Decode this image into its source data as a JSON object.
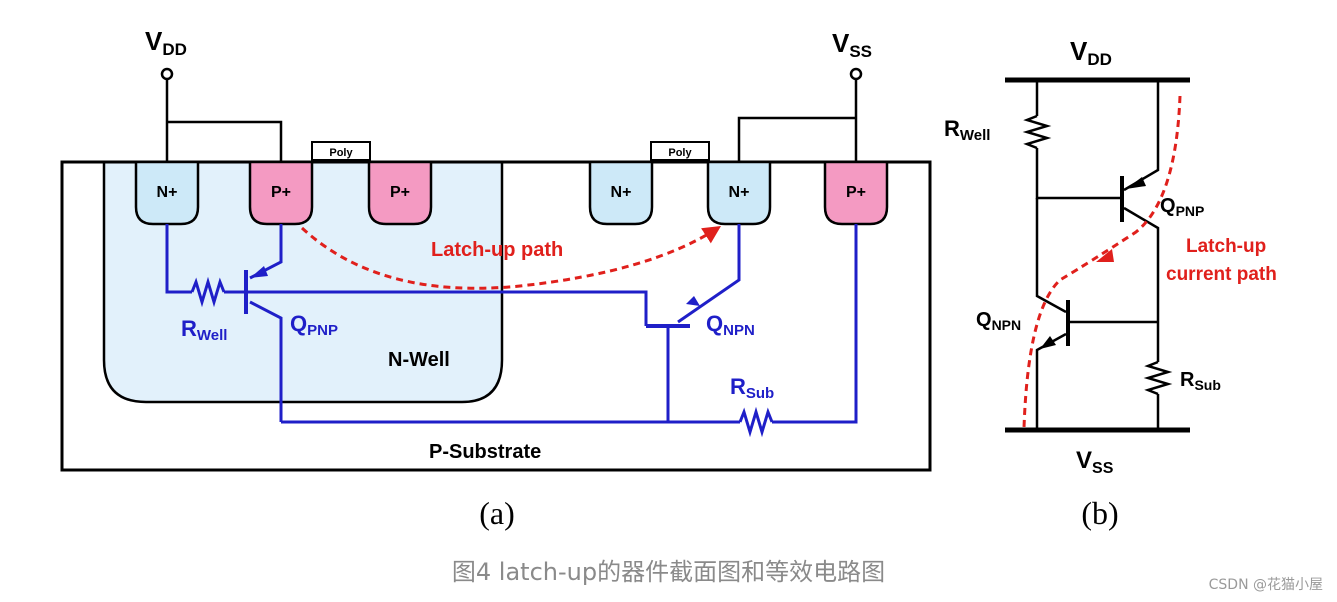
{
  "diagram_a": {
    "vdd": {
      "main": "V",
      "sub": "DD"
    },
    "vss": {
      "main": "V",
      "sub": "SS"
    },
    "poly_label": "Poly",
    "n_plus": "N+",
    "p_plus": "P+",
    "latch_up_path": "Latch-up path",
    "r_well": {
      "main": "R",
      "sub": "Well"
    },
    "q_pnp": {
      "main": "Q",
      "sub": "PNP"
    },
    "q_npn": {
      "main": "Q",
      "sub": "NPN"
    },
    "r_sub": {
      "main": "R",
      "sub": "Sub"
    },
    "n_well": "N-Well",
    "p_substrate": "P-Substrate",
    "figure_label": "(a)"
  },
  "diagram_b": {
    "vdd": {
      "main": "V",
      "sub": "DD"
    },
    "vss": {
      "main": "V",
      "sub": "SS"
    },
    "r_well": {
      "main": "R",
      "sub": "Well"
    },
    "q_pnp": {
      "main": "Q",
      "sub": "PNP"
    },
    "q_npn": {
      "main": "Q",
      "sub": "NPN"
    },
    "r_sub": {
      "main": "R",
      "sub": "Sub"
    },
    "path_line1": "Latch-up",
    "path_line2": "current path",
    "figure_label": "(b)"
  },
  "caption": "图4 latch-up的器件截面图和等效电路图",
  "watermark": "CSDN @花猫小屋",
  "colors": {
    "wire": "#1f1fc8",
    "path": "#e0201c",
    "nwell_fill": "#e2f1fb",
    "nplus_fill": "#cde9f8",
    "pplus_fill": "#f49ac2"
  }
}
